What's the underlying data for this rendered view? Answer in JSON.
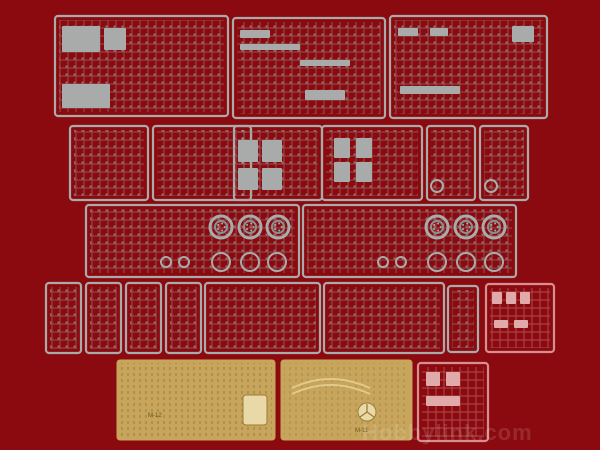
{
  "colors": {
    "background": "#8b0a0f",
    "sprue_grey": "#a9abaa",
    "sprue_grey_dark": "#8d8f8f",
    "clear_sprue": "#d58f90",
    "photo_etch_gold": "#c7a55c",
    "photo_etch_gold_dark": "#9c7c35"
  },
  "labels": {
    "etch_sheet_left_code": "M-12",
    "etch_sheet_right_code": "M-11",
    "watermark_text": "Hobbylink.com"
  }
}
